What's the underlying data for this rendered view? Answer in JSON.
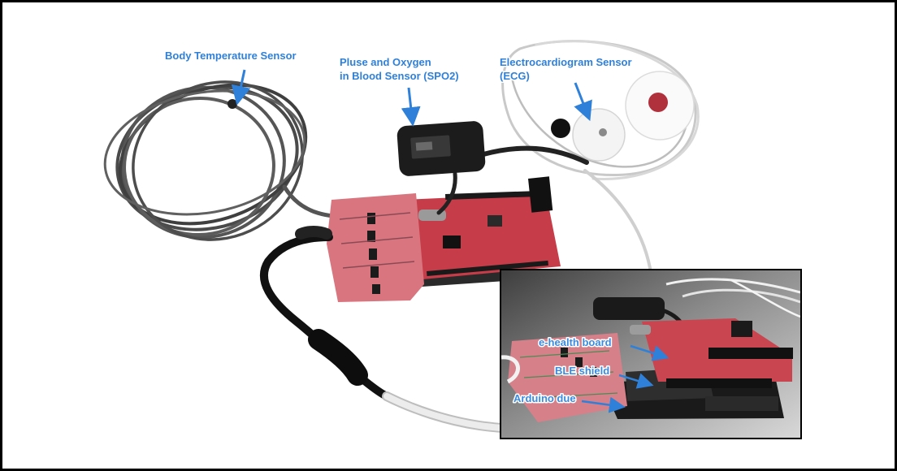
{
  "labels": {
    "body_temp": "Body Temperature Sensor",
    "spo2_line1": "Pluse and Oxygen",
    "spo2_line2": "in Blood Sensor (SPO2)",
    "ecg_line1": "Electrocardiogram Sensor",
    "ecg_line2": "(ECG)"
  },
  "inset_labels": {
    "ehealth": "e-health board",
    "ble": "BLE shield",
    "arduino": "Arduino due"
  },
  "colors": {
    "label": "#2f80d8",
    "shield": "#c63c48",
    "protoboard": "#d9757f",
    "cable": "#4a4a4a"
  }
}
